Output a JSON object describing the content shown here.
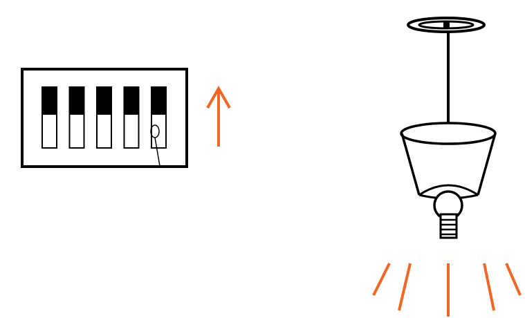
{
  "diagram": {
    "dip_switch": {
      "switch_count": 5,
      "switches": [
        {
          "state": "up"
        },
        {
          "state": "up"
        },
        {
          "state": "up"
        },
        {
          "state": "up"
        },
        {
          "state": "up",
          "pointer": true
        }
      ]
    },
    "arrow": {
      "direction": "up",
      "color": "#f26522"
    },
    "lamp": {
      "state": "on",
      "ray_count": 5,
      "ray_color": "#f26522"
    },
    "colors": {
      "outline": "#000000",
      "accent": "#f26522",
      "background": "#ffffff"
    }
  }
}
